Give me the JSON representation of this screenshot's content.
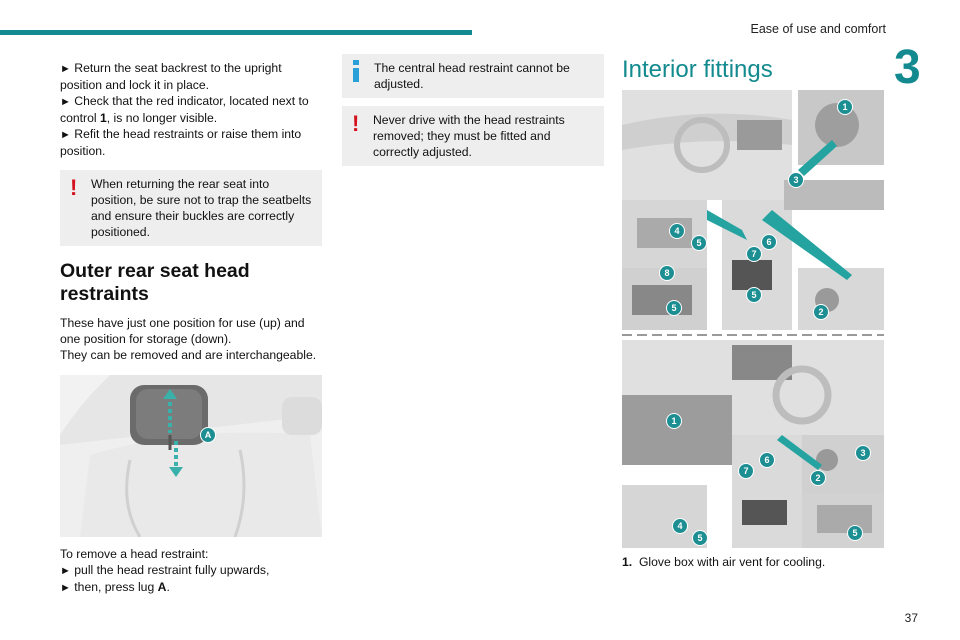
{
  "header": {
    "section_title": "Ease of use and comfort",
    "chapter_number": "3",
    "accent_color": "#138a8f"
  },
  "left_col": {
    "steps": [
      {
        "arrow": "►",
        "text_a": "Return the seat backrest to the upright position and lock it in place.",
        "bold": "",
        "text_b": ""
      },
      {
        "arrow": "►",
        "text_a": "Check that the red indicator, located next to control ",
        "bold": "1",
        "text_b": ", is no longer visible."
      },
      {
        "arrow": "►",
        "text_a": "Refit the head restraints or raise them into position.",
        "bold": "",
        "text_b": ""
      }
    ],
    "warning": "When returning the rear seat into position, be sure not to trap the seatbelts and ensure their buckles are correctly positioned.",
    "heading": "Outer rear seat head restraints",
    "para1": "These have just one position for use (up) and one position for storage (down).",
    "para2": "They can be removed and are interchangeable.",
    "image_label": "A",
    "remove_intro": "To remove a head restraint:",
    "remove_steps": [
      {
        "arrow": "►",
        "text_a": "pull the head restraint fully upwards,",
        "bold": "",
        "text_b": ""
      },
      {
        "arrow": "►",
        "text_a": "then, press lug ",
        "bold": "A",
        "text_b": "."
      }
    ]
  },
  "mid_col": {
    "info_note": "The central head restraint cannot be adjusted.",
    "warning": "Never drive with the head restraints removed; they must be fitted and correctly adjusted."
  },
  "right_col": {
    "title": "Interior fittings",
    "top_labels": [
      "1",
      "2",
      "3",
      "4",
      "5",
      "5",
      "5",
      "6",
      "7",
      "8"
    ],
    "bottom_labels": [
      "1",
      "2",
      "3",
      "4",
      "5",
      "5",
      "6",
      "7"
    ],
    "item_1_number": "1.",
    "item_1_text": "Glove box with air vent for cooling."
  },
  "page_number": "37",
  "colors": {
    "warning_mark": "#d4121e",
    "info_mark": "#2aa0d8",
    "box_bg": "#eeeeee"
  }
}
